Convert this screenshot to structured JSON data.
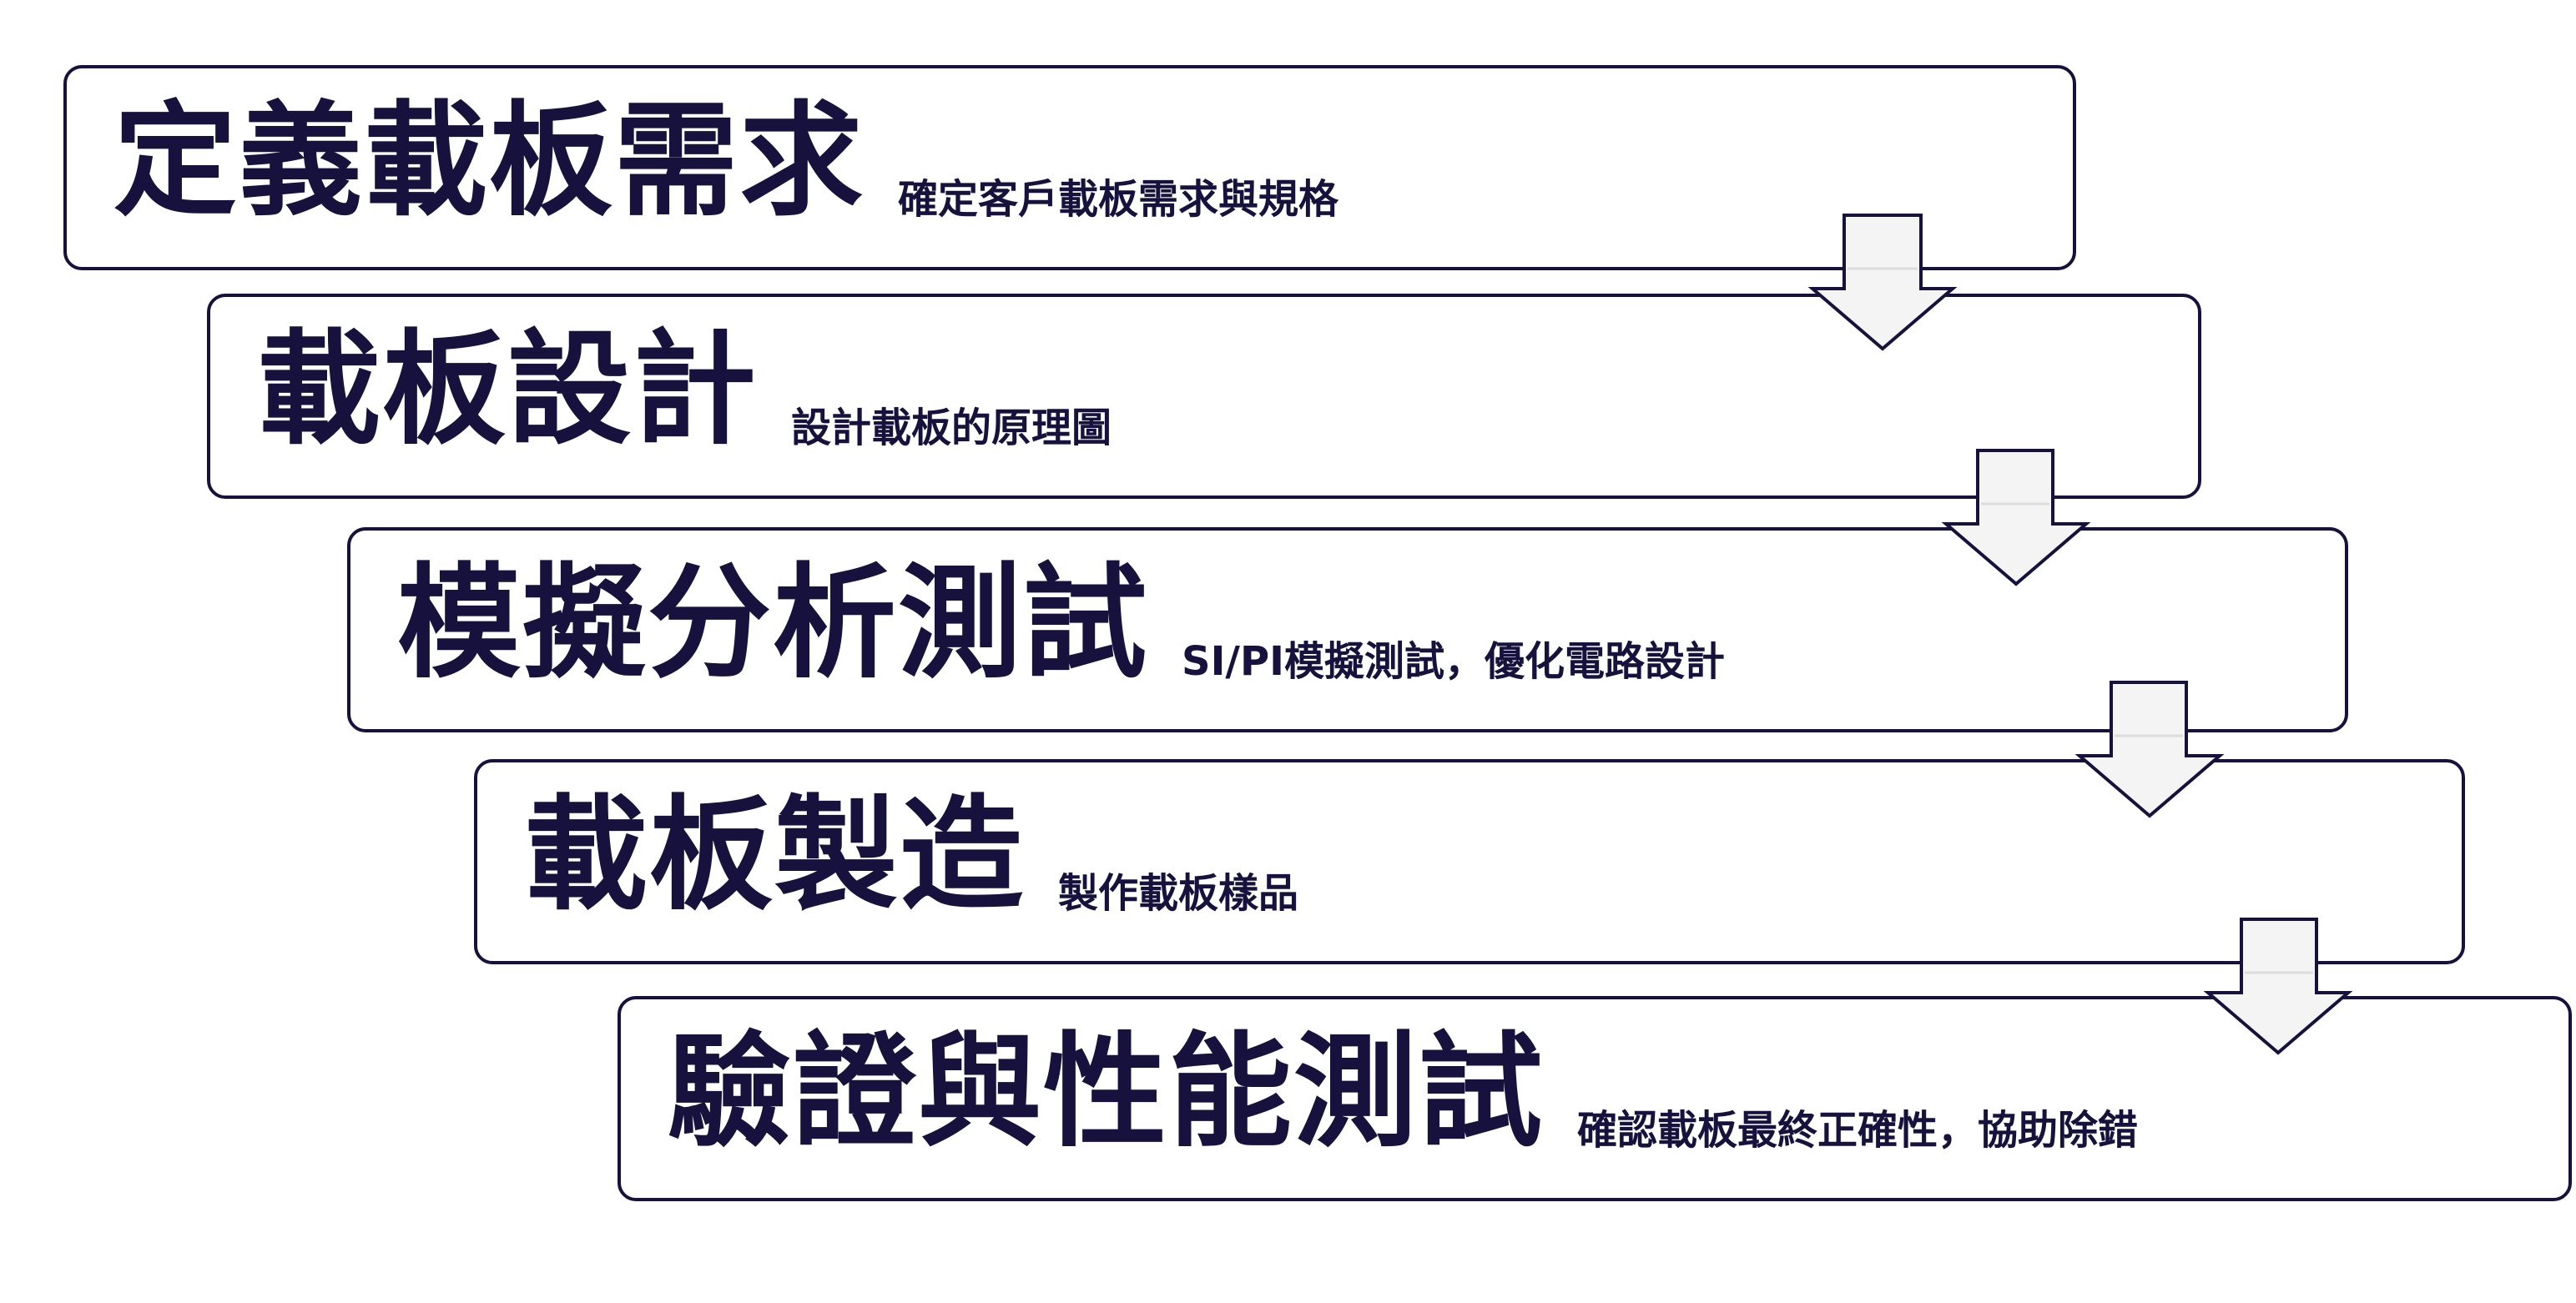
{
  "steps": [
    {
      "title": "定義載板需求",
      "desc": "確定客戶載板需求與規格"
    },
    {
      "title": "載板設計",
      "desc": "設計載板的原理圖"
    },
    {
      "title": "模擬分析測試",
      "desc": "SI/PI模擬測試，優化電路設計"
    },
    {
      "title": "載板製造",
      "desc": "製作載板樣品"
    },
    {
      "title": "驗證與性能測試",
      "desc": "確認載板最終正確性，協助除錯"
    }
  ],
  "colors": {
    "border": "#16123d",
    "text": "#16123d",
    "arrow_fill": "#f4f4f4"
  }
}
